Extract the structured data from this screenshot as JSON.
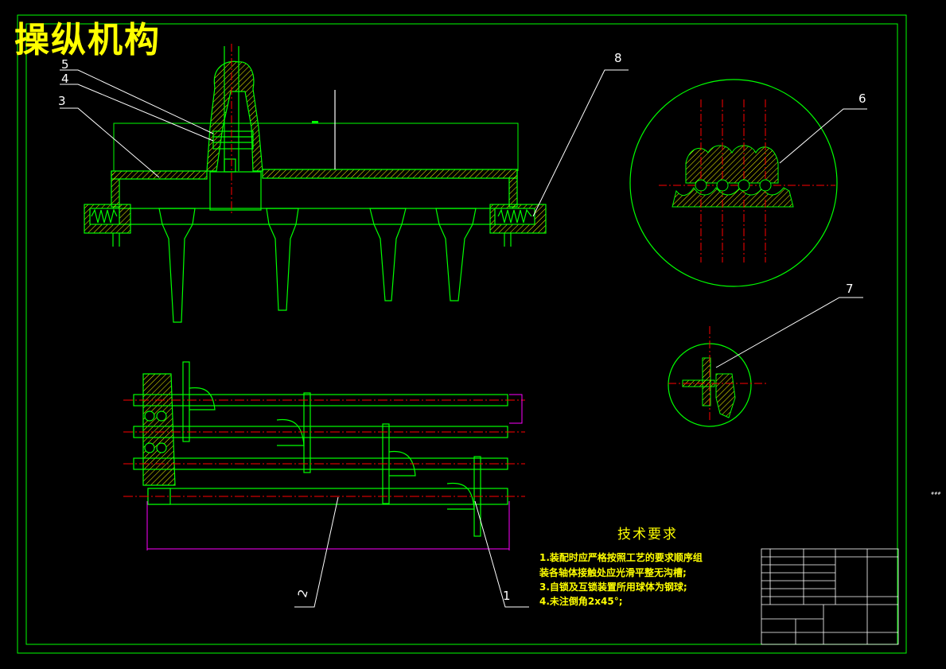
{
  "title": "操纵机构",
  "callouts": [
    "5",
    "4",
    "3",
    "8",
    "6",
    "7",
    "2",
    "1"
  ],
  "tech_req": {
    "heading": "技术要求",
    "lines": [
      "1.装配时应严格按照工艺的要求顺序组",
      "装各轴体接触处应光滑平整无沟槽;",
      "3.自锁及互锁装置所用球体为钢球;",
      "4.未注倒角2x45°;"
    ]
  },
  "edge_note": "###",
  "colors": {
    "line": "#00ff00",
    "center": "#ff0000",
    "hatch": "#ffff00",
    "dim": "#ff00ff",
    "text": "#ffffff",
    "title": "#ffff00"
  }
}
